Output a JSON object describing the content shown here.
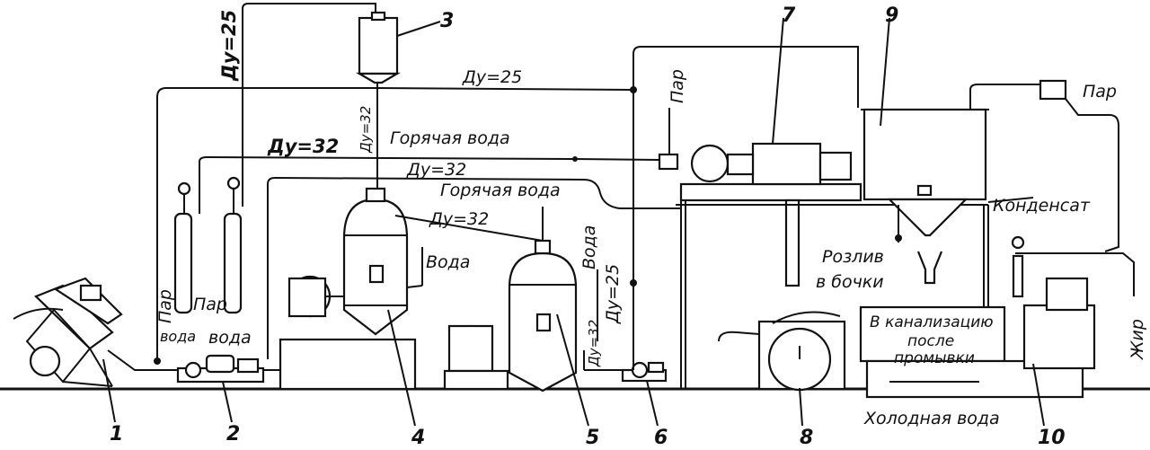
{
  "numbers": {
    "n1": "1",
    "n2": "2",
    "n3": "3",
    "n4": "4",
    "n5": "5",
    "n6": "6",
    "n7": "7",
    "n8": "8",
    "n9": "9",
    "n10": "10"
  },
  "labels": {
    "du25_vertical": "Ду=25",
    "du25_top": "Ду=25",
    "du32_left": "Ду=32",
    "du32_vertical": "Ду=32",
    "du32_mid": "Ду=32",
    "du32_center": "Ду=32",
    "du25_right_vertical": "Ду=25",
    "du32_small": "Ду=32",
    "hot_water_1": "Горячая вода",
    "hot_water_2": "Горячая вода",
    "steam_1": "Пар",
    "water_1": "вода",
    "steam_2": "Пар",
    "water_2": "вода",
    "water_3": "Вода",
    "water_4": "Вода",
    "steam_top": "Пар",
    "steam_right": "Пар",
    "condensate": "Конденсат",
    "bottling_1": "Розлив",
    "bottling_2": "в бочки",
    "sewer_1": "В канализацию",
    "sewer_2": "после",
    "sewer_3": "промывки",
    "cold_water": "Холодная вода",
    "fat": "Жир"
  }
}
